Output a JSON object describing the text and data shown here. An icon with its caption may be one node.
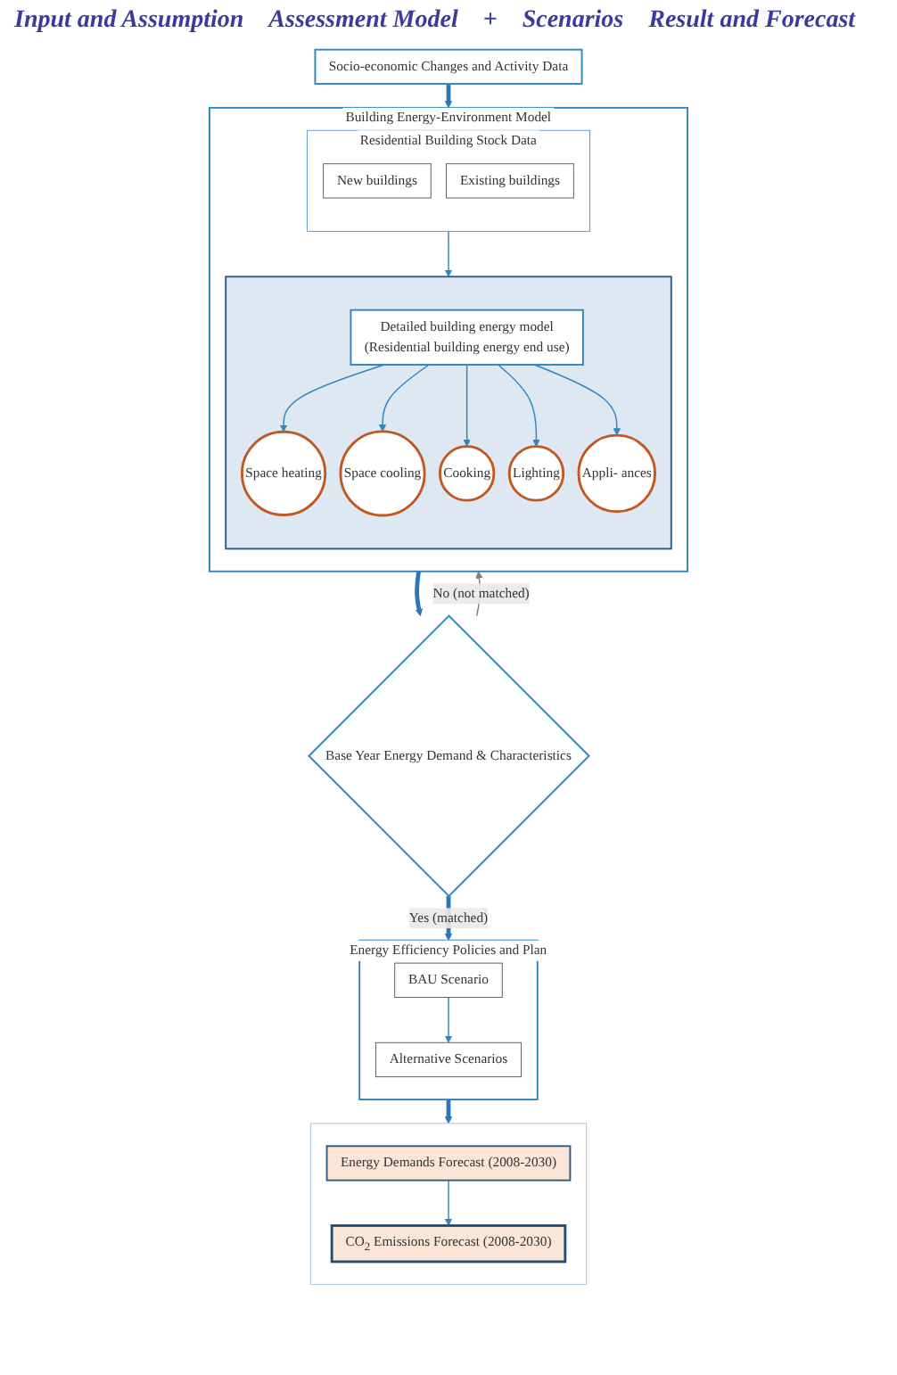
{
  "diagram": {
    "nodes": [
      {
        "text": [
          "Socio-economic Changes and Activity Data"
        ]
      },
      {
        "text": [
          "Building Energy-Environment Model"
        ]
      },
      {
        "text": [
          "Residential Building Stock Data"
        ],
        "in": 1
      },
      {
        "text": [
          "New buildings"
        ],
        "in": 2
      },
      {
        "text": [
          "Existing buildings"
        ],
        "in": 2
      },
      {
        "text": [],
        "shape": "box",
        "in": 1
      },
      {
        "text": [
          "Detailed building energy model",
          "(Residential building energy end use)"
        ],
        "in": 5
      },
      {
        "text": [
          "Space heating"
        ],
        "in": 5
      },
      {
        "text": [
          "Space cooling"
        ],
        "in": 5
      },
      {
        "text": [
          "Cooking"
        ],
        "in": 5
      },
      {
        "text": [
          "Lighting"
        ],
        "in": 5
      },
      {
        "text": [
          "Appli- ances"
        ],
        "in": 5
      },
      {
        "text": [
          "Base Year Energy Demand & Characteristics"
        ]
      },
      {
        "text": [
          "Energy Efficiency Policies and Plan"
        ]
      },
      {
        "text": [
          "BAU Scenario"
        ],
        "in": 13
      },
      {
        "text": [
          "Alternative Scenarios"
        ],
        "in": 13
      },
      {
        "text": [],
        "shape": "box"
      },
      {
        "text": [
          "Energy Demands Forecast (2008-2030)"
        ],
        "in": 16
      },
      {
        "text": [
          "CO$_{2}$ Emissions Forecast (2008-2030)"
        ],
        "in": 16
      }
    ],
    "edges": [
      {
        "from": 0,
        "to": 1,
        "arrow": "to",
        "style": "thick"
      },
      {
        "from": 2,
        "to": 5,
        "arrow": "to"
      },
      {
        "from": 6,
        "to": 7,
        "arrow": "to"
      },
      {
        "from": 6,
        "to": 8,
        "arrow": "to"
      },
      {
        "from": 6,
        "to": 9,
        "arrow": "to"
      },
      {
        "from": 6,
        "to": 10,
        "arrow": "to"
      },
      {
        "from": 6,
        "to": 11,
        "arrow": "to"
      },
      {
        "from": 1,
        "to": 12,
        "arrow": "to",
        "style": "thick"
      },
      {
        "from": 12,
        "to": 1,
        "arrow": "to",
        "label": "No (not matched)",
        "color": "#808080"
      },
      {
        "from": 12,
        "to": 13,
        "arrow": "to",
        "label": "Yes (matched)",
        "style": "thick"
      },
      {
        "from": 14,
        "to": 15,
        "arrow": "to"
      },
      {
        "from": 13,
        "to": 16,
        "arrow": "to",
        "style": "thick"
      },
      {
        "from": 17,
        "to": 18,
        "arrow": "to"
      }
    ],
    "labels": [
      "Input and Assumption",
      "Assessment Model",
      "+",
      "Scenarios",
      "Result and Forecast"
    ]
  }
}
